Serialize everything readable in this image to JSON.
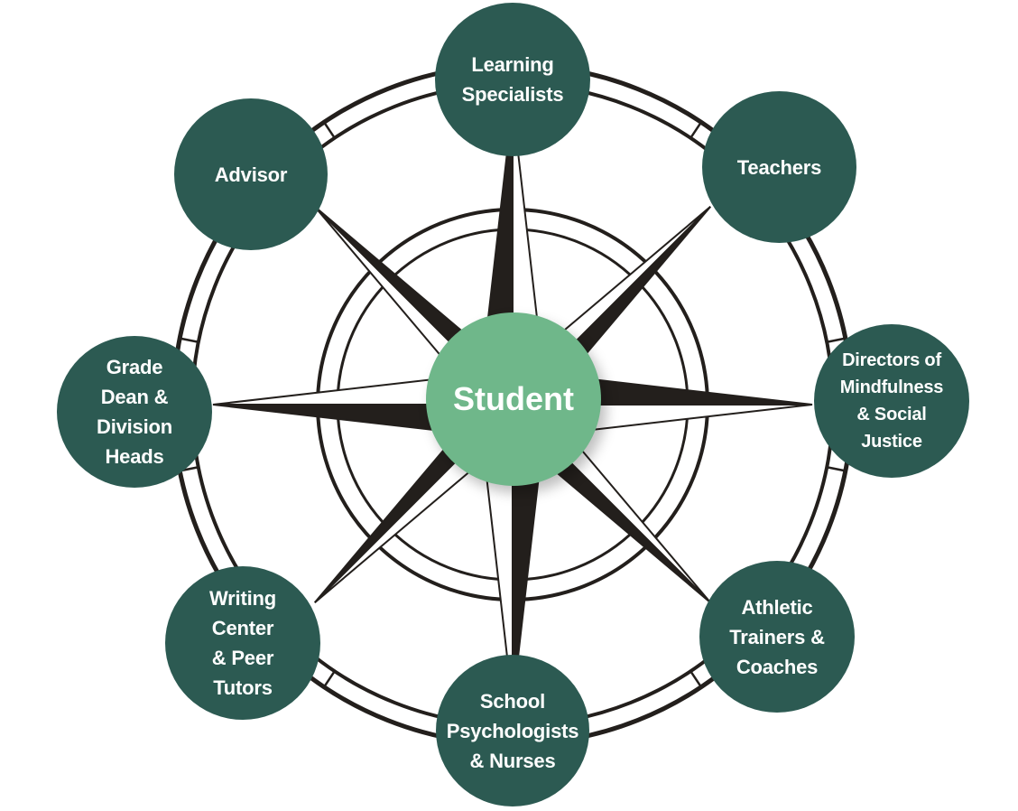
{
  "center": {
    "label": "Student",
    "color": "#6fb78a"
  },
  "satellite_color": "#2c5a52",
  "compass_color": "#231f1c",
  "nodes": {
    "learning_specialists": "Learning\nSpecialists",
    "teachers": "Teachers",
    "directors": "Directors of\nMindfulness\n& Social\nJustice",
    "athletic": "Athletic\nTrainers &\nCoaches",
    "school_psych": "School\nPsychologists\n& Nurses",
    "writing_center": "Writing\nCenter\n& Peer\nTutors",
    "grade_dean": "Grade\nDean &\nDivision\nHeads",
    "advisor": "Advisor"
  }
}
